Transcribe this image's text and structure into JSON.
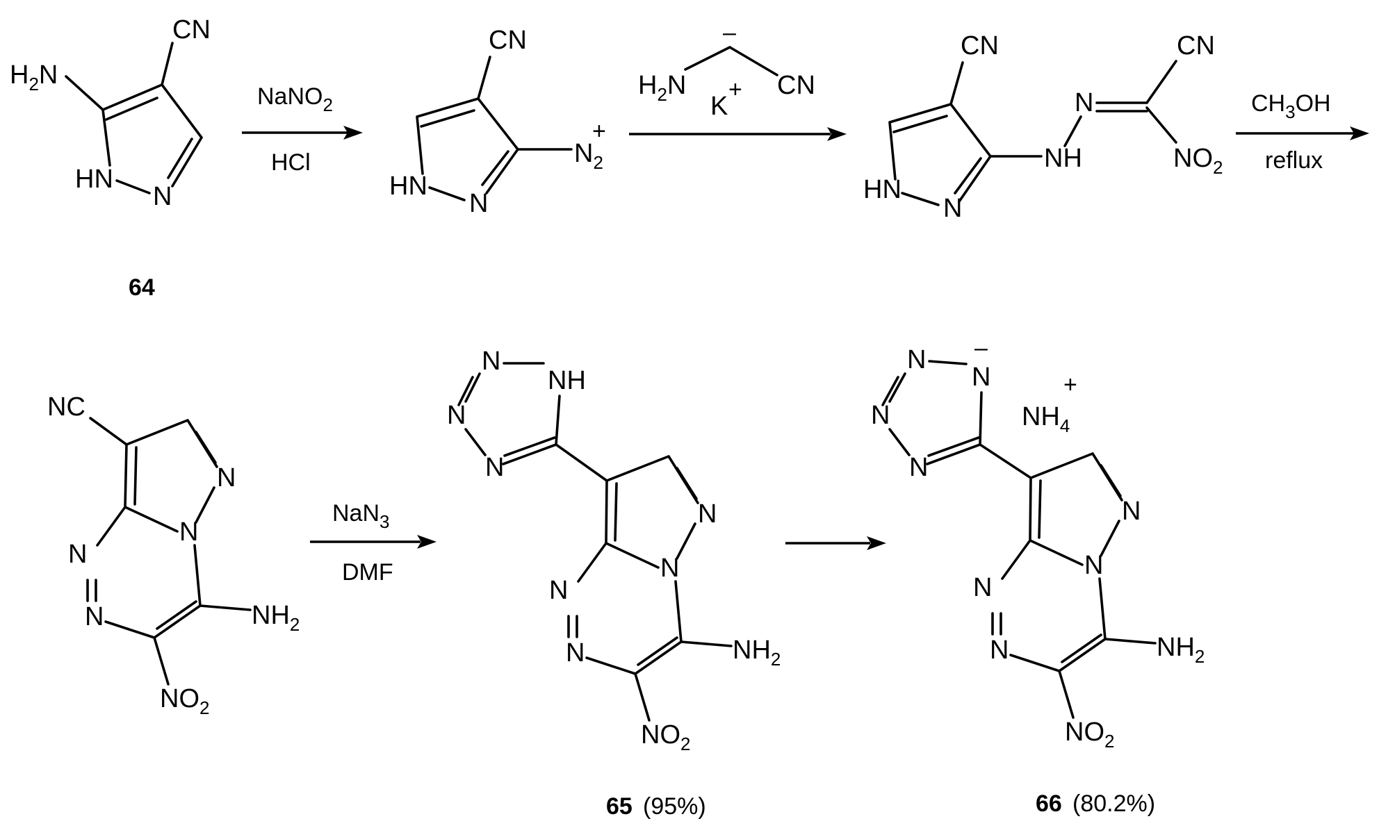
{
  "scheme": {
    "compounds": [
      {
        "id": "64",
        "label": "64",
        "atoms": {
          "h2n": "H",
          "h2n_sub": "2",
          "h2n_n": "N",
          "cn": "CN",
          "hn": "HN",
          "n": "N"
        }
      },
      {
        "id": "diazonium",
        "atoms": {
          "cn": "CN",
          "n2": "N",
          "n2_sub": "2",
          "n2_charge": "+",
          "hn": "HN",
          "n": "N"
        }
      },
      {
        "id": "hydrazone",
        "atoms": {
          "cn": "CN",
          "hn": "HN",
          "n": "N",
          "nh": "NH",
          "n_eq": "N",
          "cn2": "CN",
          "no2": "NO",
          "no2_sub": "2"
        }
      },
      {
        "id": "triazine",
        "atoms": {
          "nc": "NC",
          "n1": "N",
          "n_bridge": "N",
          "n3": "N",
          "n4": "N",
          "nh2": "NH",
          "nh2_sub": "2",
          "no2": "NO",
          "no2_sub": "2"
        }
      },
      {
        "id": "65",
        "label": "65",
        "yield": "(95%)",
        "atoms": {
          "tz_n1": "N",
          "tz_nh": "NH",
          "tz_n2": "N",
          "tz_n3": "N",
          "n1": "N",
          "n_bridge": "N",
          "n3": "N",
          "n4": "N",
          "nh2": "NH",
          "nh2_sub": "2",
          "no2": "NO",
          "no2_sub": "2"
        }
      },
      {
        "id": "66",
        "label": "66",
        "yield": "(80.2%)",
        "atoms": {
          "tz_n1": "N",
          "tz_n_minus": "N",
          "minus": "–",
          "tz_n2": "N",
          "tz_n3": "N",
          "nh4": "NH",
          "nh4_sub": "4",
          "nh4_charge": "+",
          "n1": "N",
          "n_bridge": "N",
          "n3": "N",
          "n4": "N",
          "nh2": "NH",
          "nh2_sub": "2",
          "no2": "NO",
          "no2_sub": "2"
        }
      }
    ],
    "steps": [
      {
        "above": "NaNO",
        "above_sub": "2",
        "below": "HCl"
      },
      {
        "reagent": {
          "h2n": "H",
          "h2n_sub": "2",
          "h2n_n": "N",
          "cn": "CN",
          "minus": "–",
          "k": "K",
          "k_charge": "+"
        }
      },
      {
        "above": "CH",
        "above_sub": "3",
        "above_tail": "OH",
        "below": "reflux"
      },
      {
        "above": "NaN",
        "above_sub": "3",
        "below": "DMF"
      },
      {
        "above": "",
        "below": ""
      }
    ]
  }
}
